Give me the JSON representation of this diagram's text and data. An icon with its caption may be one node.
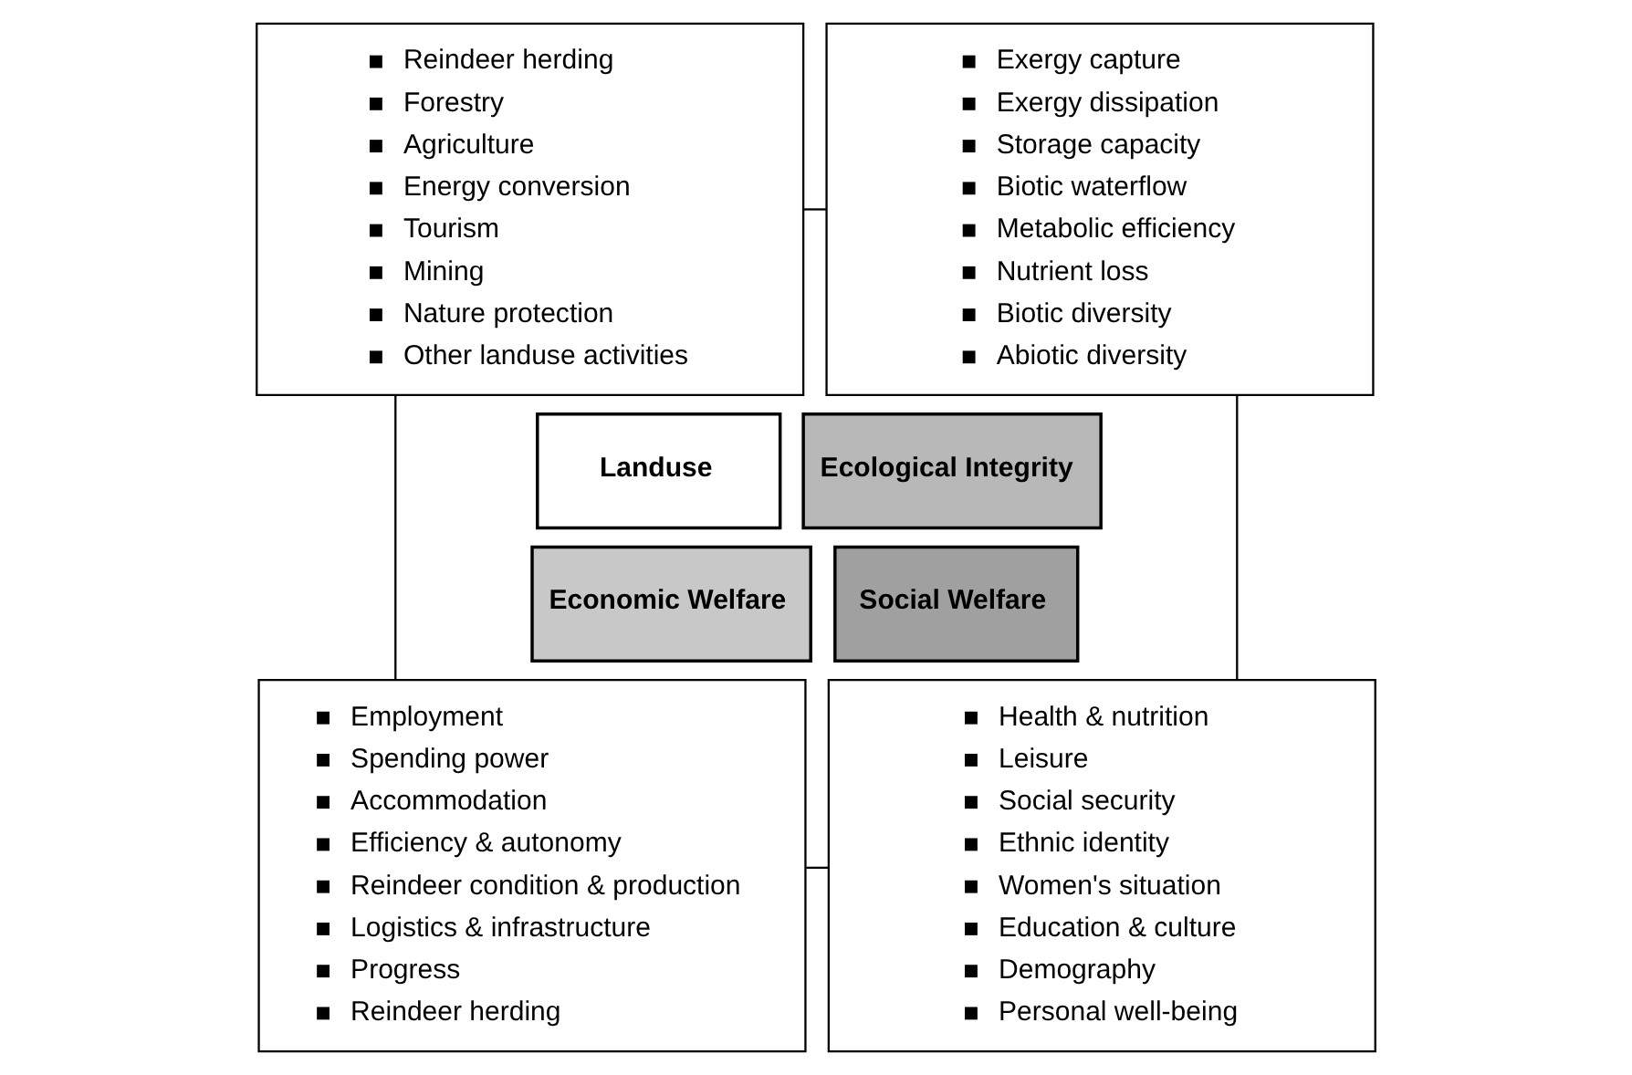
{
  "diagram": {
    "nodes": [
      {
        "text": [
          "Reindeer herding",
          "Forestry",
          "Agriculture",
          "Energy conversion",
          "Tourism",
          "Mining",
          "Nature protection",
          "Other landuse activities"
        ]
      },
      {
        "text": [
          "Exergy capture",
          "Exergy dissipation",
          "Storage capacity",
          "Biotic waterflow",
          "Metabolic efficiency",
          "Nutrient loss",
          "Biotic diversity",
          "Abiotic diversity"
        ]
      },
      {
        "text": [
          "Landuse"
        ]
      },
      {
        "text": [
          "Ecological Integrity"
        ]
      },
      {
        "text": [
          "Economic Welfare"
        ]
      },
      {
        "text": [
          "Social Welfare"
        ]
      },
      {
        "text": [
          "Employment",
          "Spending power",
          "Accommodation",
          "Efficiency & autonomy",
          "Reindeer condition & production",
          "Logistics & infrastructure",
          "Progress",
          "Reindeer herding"
        ]
      },
      {
        "text": [
          "Health & nutrition",
          "Leisure",
          "Social security",
          "Ethnic identity",
          "Women's situation",
          "Education & culture",
          "Demography",
          "Personal well-being"
        ]
      }
    ],
    "edges": [
      {
        "from": 0,
        "to": 1,
        "arrow": "none"
      },
      {
        "from": 0,
        "to": 6,
        "arrow": "none"
      },
      {
        "from": 1,
        "to": 7,
        "arrow": "none"
      },
      {
        "from": 6,
        "to": 7,
        "arrow": "none"
      }
    ]
  }
}
